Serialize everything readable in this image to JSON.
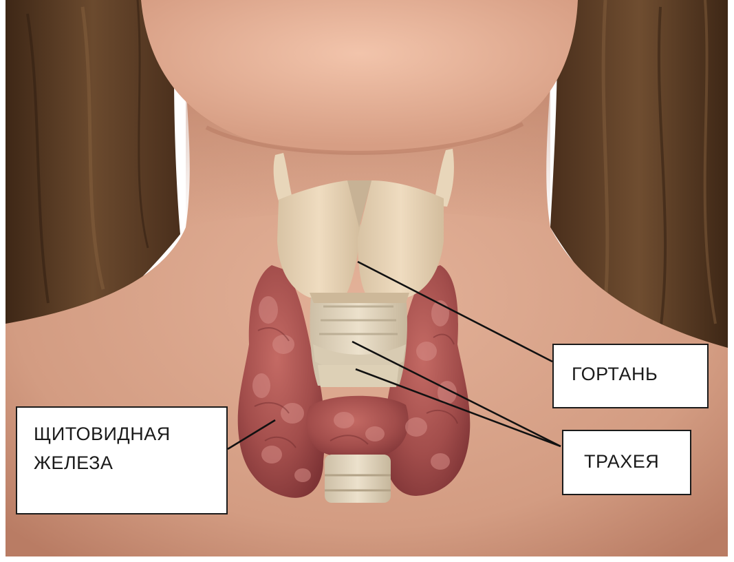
{
  "labels": {
    "larynx": "ГОРТАНЬ",
    "trachea": "ТРАХЕЯ",
    "thyroid_line1": "ЩИТОВИДНАЯ",
    "thyroid_line2": "ЖЕЛЕЗА"
  },
  "colors": {
    "hair": "#5a3a22",
    "skin": "#d9a48a",
    "skin_shadow": "#b97c64",
    "cartilage": "#e6d2b6",
    "thyroid": "#a8504e",
    "thyroid_highlight": "#d08a84",
    "leader_line": "#111111",
    "box_border": "#1a1a1a"
  }
}
